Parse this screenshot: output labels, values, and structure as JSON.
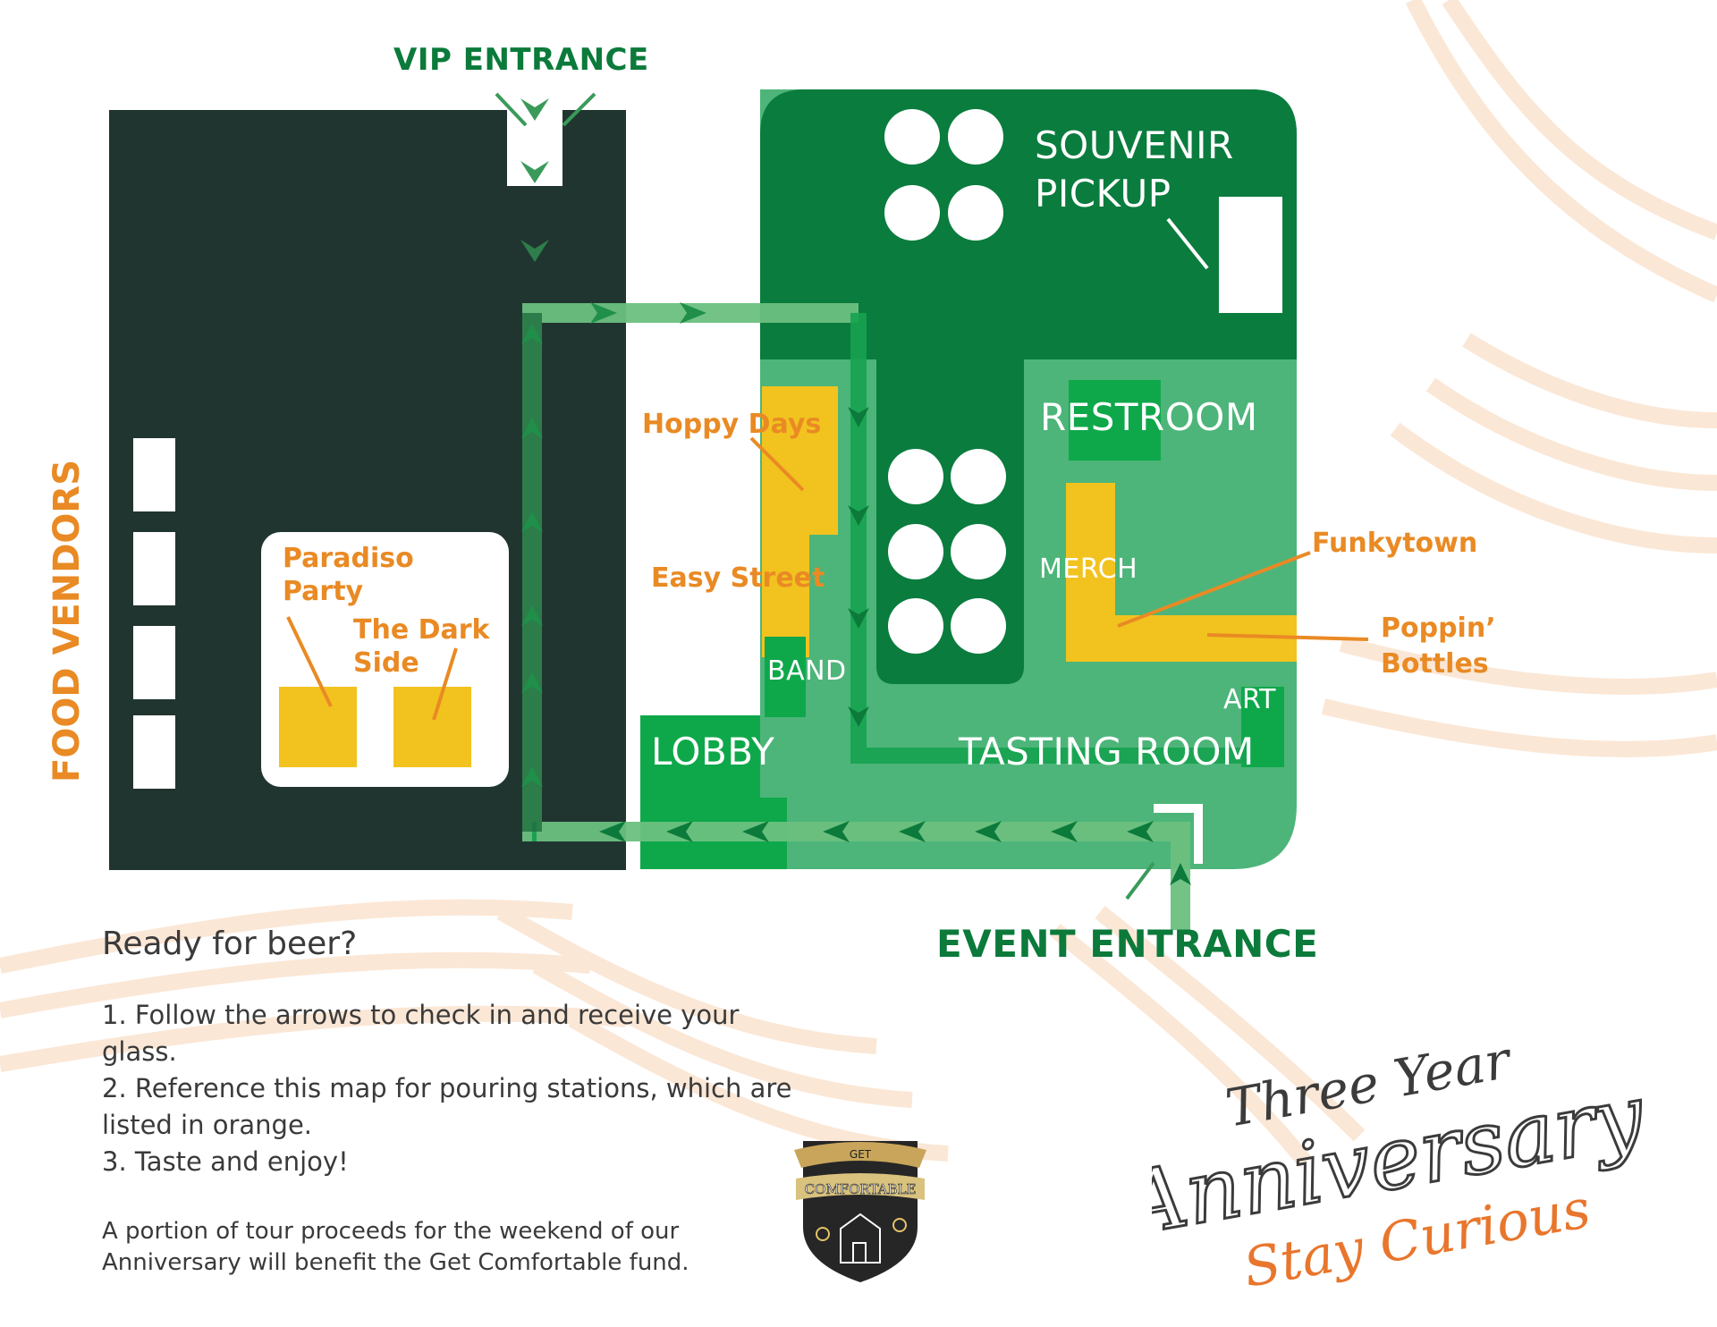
{
  "labels": {
    "vip_entrance": "VIP ENTRANCE",
    "food_vendors": "FOOD VENDORS",
    "souvenir_pickup_line1": "SOUVENIR",
    "souvenir_pickup_line2": "PICKUP",
    "restroom": "RESTROOM",
    "merch": "MERCH",
    "band": "BAND",
    "lobby": "LOBBY",
    "tasting_room": "TASTING ROOM",
    "art": "ART",
    "event_entrance": "EVENT ENTRANCE"
  },
  "pouring_stations": {
    "paradiso_party_line1": "Paradiso",
    "paradiso_party_line2": "Party",
    "the_dark_side_line1": "The Dark",
    "the_dark_side_line2": "Side",
    "hoppy_days": "Hoppy Days",
    "easy_street": "Easy Street",
    "funkytown": "Funkytown",
    "poppin_bottles_line1": "Poppin’",
    "poppin_bottles_line2": "Bottles"
  },
  "info": {
    "heading": "Ready for beer?",
    "step1": "1. Follow the arrows to check in and receive your glass.",
    "step2": "2. Reference this map for pouring stations, which are listed in orange.",
    "step3": "3. Taste and enjoy!",
    "note": "A portion of tour proceeds for the weekend of our Anniversary will benefit the Get Comfortable fund."
  },
  "badge": {
    "top": "GET",
    "main": "COMFORTABLE"
  },
  "anniversary": {
    "line1": "Three Year",
    "line2": "Anniversary",
    "line3": "Stay Curious"
  },
  "colors": {
    "dark_green": "#213530",
    "forest_green": "#0a7c3e",
    "light_green": "#4db57a",
    "bright_green": "#0ea84a",
    "arrow_green": "#1f6e3f",
    "yellow": "#f2c31f",
    "orange": "#e98a24",
    "wave": "#fbe3cf"
  }
}
